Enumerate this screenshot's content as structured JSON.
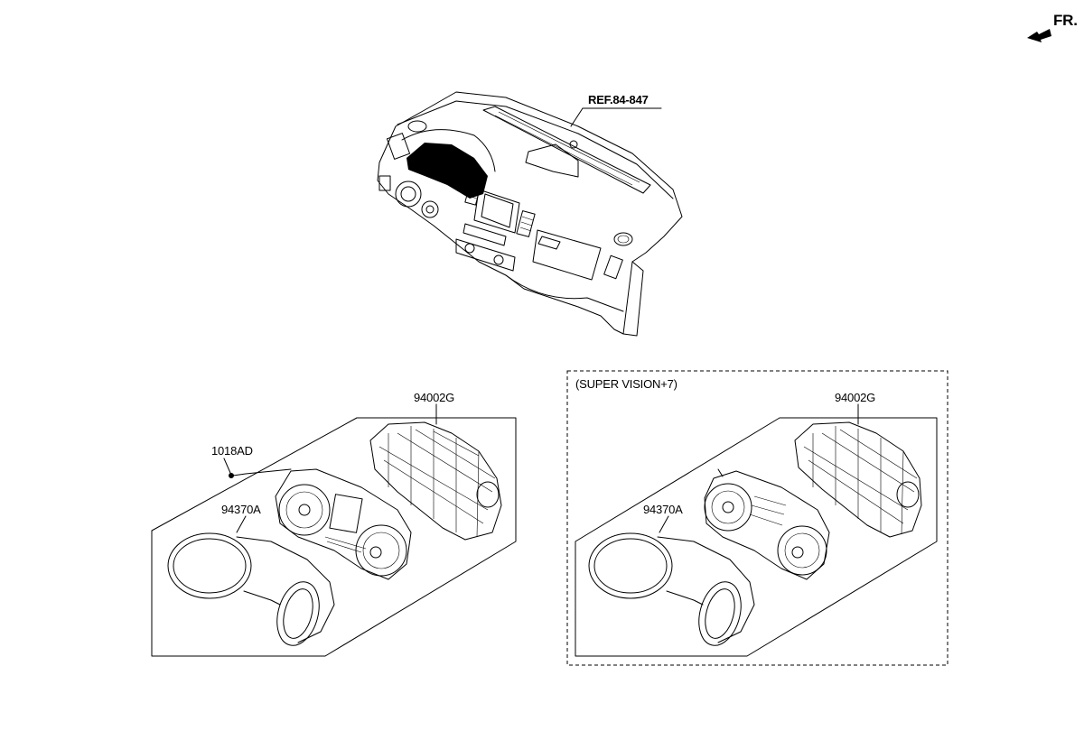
{
  "direction_label": "FR.",
  "reference_label": "REF.84-847",
  "groups": [
    {
      "variant_label": "",
      "callouts": {
        "housing": "94002G",
        "screw": "1018AD",
        "hood": "94370A"
      }
    },
    {
      "variant_label": "(SUPER VISION+7)",
      "callouts": {
        "housing": "94002G",
        "hood": "94370A"
      }
    }
  ],
  "colors": {
    "ink": "#000000",
    "background": "#ffffff"
  }
}
